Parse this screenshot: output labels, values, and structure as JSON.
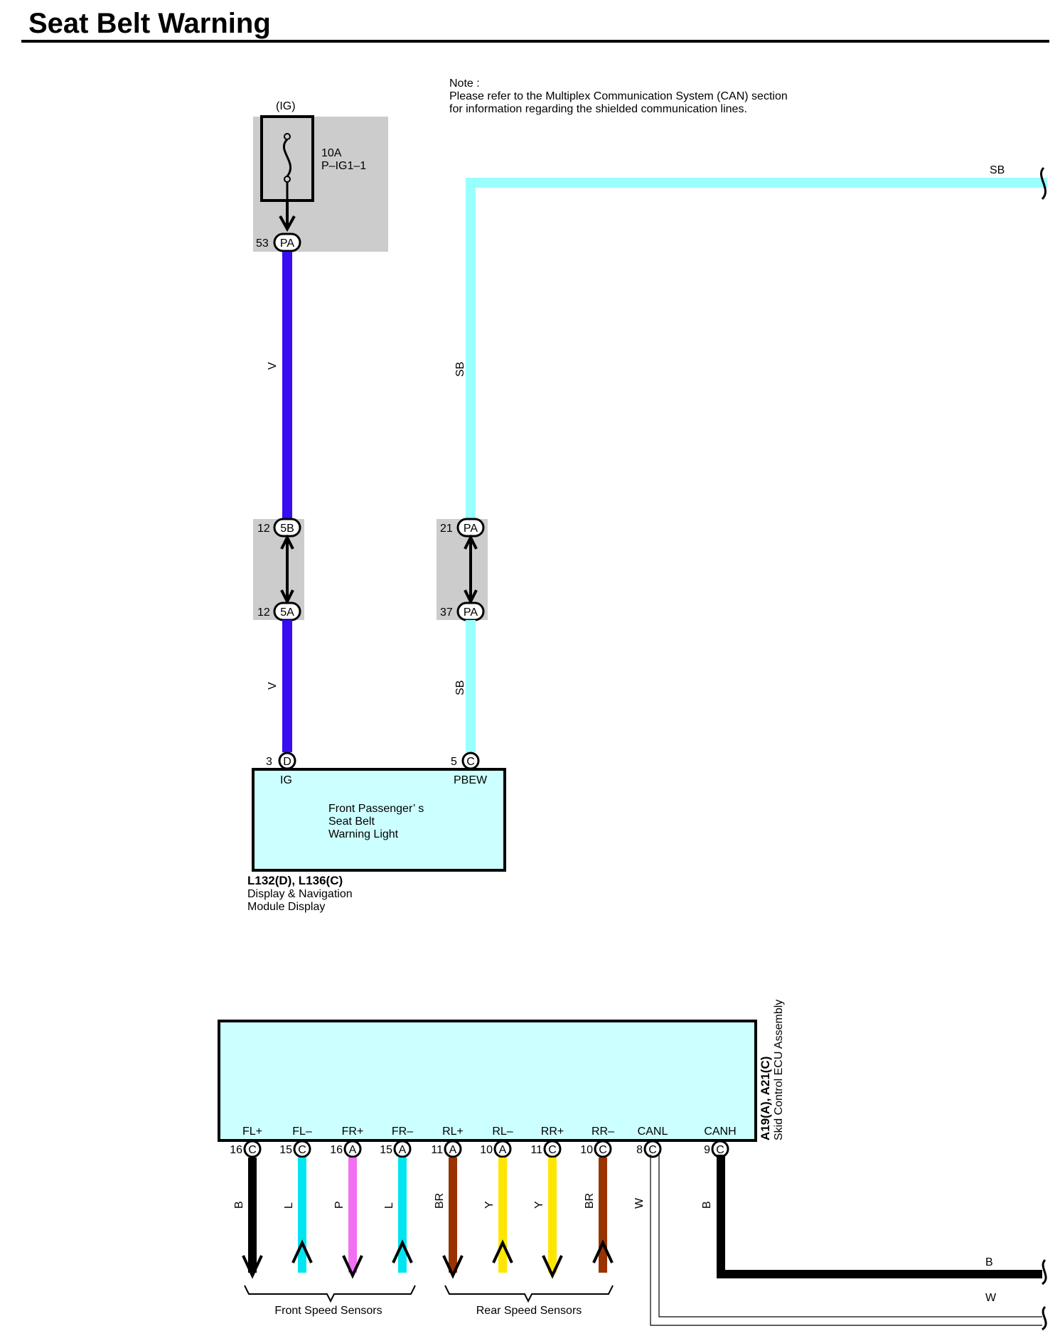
{
  "title": "Seat Belt Warning",
  "note": {
    "line1": "Note :",
    "line2": "Please refer to the Multiplex Communication System (CAN) section",
    "line3": "for information regarding the shielded communication lines."
  },
  "fuse": {
    "ig_label": "(IG)",
    "rating": "10A",
    "name": "P–IG1–1",
    "pin": "53",
    "connector": "PA"
  },
  "junctions": [
    {
      "top_pin": "12",
      "top_conn": "5B",
      "bottom_pin": "12",
      "bottom_conn": "5A"
    },
    {
      "top_pin": "21",
      "top_conn": "PA",
      "bottom_pin": "37",
      "bottom_conn": "PA"
    }
  ],
  "wires": {
    "v_upper": "V",
    "v_lower": "V",
    "sb_upper": "SB",
    "sb_lower": "SB",
    "sb_top": "SB"
  },
  "display_module": {
    "pin_ig": "3",
    "conn_ig": "D",
    "label_ig": "IG",
    "pin_pbew": "5",
    "conn_pbew": "C",
    "label_pbew": "PBEW",
    "inner_line1": "Front Passenger’ s",
    "inner_line2": "Seat Belt",
    "inner_line3": "Warning Light",
    "ref": "L132(D), L136(C)",
    "name_line1": "Display & Navigation",
    "name_line2": "Module Display"
  },
  "ecu": {
    "ref": "A19(A), A21(C)",
    "name": "Skid Control ECU Assembly",
    "terminals": [
      {
        "label": "FL+",
        "pin": "16",
        "conn": "C",
        "wire": "B"
      },
      {
        "label": "FL–",
        "pin": "15",
        "conn": "C",
        "wire": "L"
      },
      {
        "label": "FR+",
        "pin": "16",
        "conn": "A",
        "wire": "P"
      },
      {
        "label": "FR–",
        "pin": "15",
        "conn": "A",
        "wire": "L"
      },
      {
        "label": "RL+",
        "pin": "11",
        "conn": "A",
        "wire": "BR"
      },
      {
        "label": "RL–",
        "pin": "10",
        "conn": "A",
        "wire": "Y"
      },
      {
        "label": "RR+",
        "pin": "11",
        "conn": "C",
        "wire": "Y"
      },
      {
        "label": "RR–",
        "pin": "10",
        "conn": "C",
        "wire": "BR"
      },
      {
        "label": "CANL",
        "pin": "8",
        "conn": "C",
        "wire": "W"
      },
      {
        "label": "CANH",
        "pin": "9",
        "conn": "C",
        "wire": "B"
      }
    ],
    "out_b": "B",
    "out_w": "W",
    "front_group": "Front Speed Sensors",
    "rear_group": "Rear Speed Sensors"
  },
  "colors": {
    "violet": "#3a0cf0",
    "sky_blue": "#99ffff",
    "cyan": "#00e5f0",
    "pink": "#f26ff2",
    "brown": "#993300",
    "yellow": "#ffe600",
    "black": "#000000",
    "box_fill": "#ccffff",
    "gray_fill": "#cccccc"
  }
}
